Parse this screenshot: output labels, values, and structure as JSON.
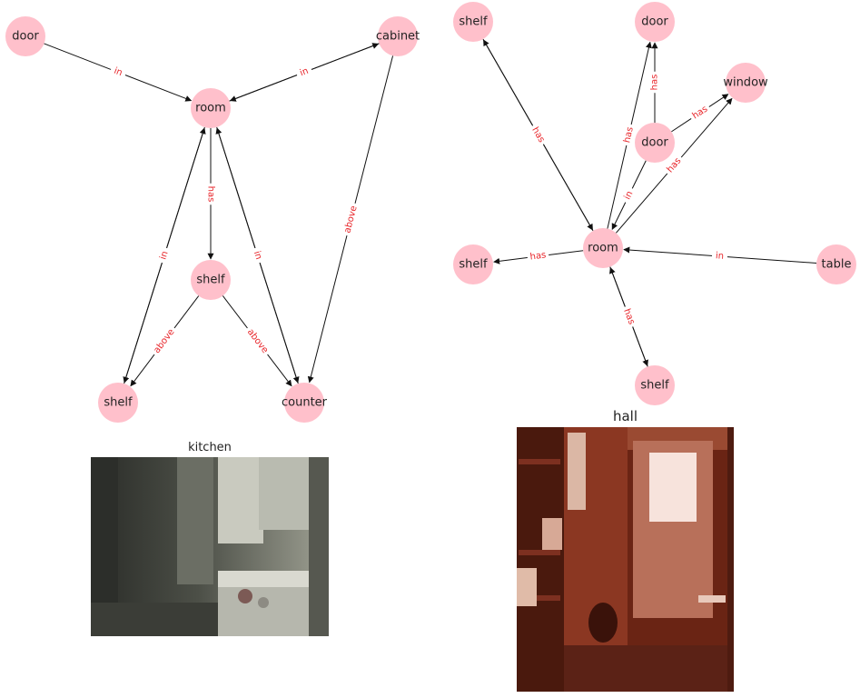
{
  "graphs": [
    {
      "id": "kitchen",
      "caption": "kitchen",
      "nodes": [
        {
          "key": "door",
          "label": "door"
        },
        {
          "key": "cabinet",
          "label": "cabinet"
        },
        {
          "key": "room",
          "label": "room"
        },
        {
          "key": "shelf_mid",
          "label": "shelf"
        },
        {
          "key": "shelf_low",
          "label": "shelf"
        },
        {
          "key": "counter",
          "label": "counter"
        }
      ],
      "edges": [
        {
          "from": "door",
          "to": "room",
          "label": "in"
        },
        {
          "from": "cabinet",
          "to": "room",
          "label": "in"
        },
        {
          "from": "room",
          "to": "cabinet",
          "label": ""
        },
        {
          "from": "room",
          "to": "shelf_mid",
          "label": "has"
        },
        {
          "from": "shelf_low",
          "to": "room",
          "label": "in"
        },
        {
          "from": "room",
          "to": "shelf_low",
          "label": ""
        },
        {
          "from": "counter",
          "to": "room",
          "label": "in"
        },
        {
          "from": "room",
          "to": "counter",
          "label": ""
        },
        {
          "from": "cabinet",
          "to": "counter",
          "label": "above"
        },
        {
          "from": "shelf_mid",
          "to": "shelf_low",
          "label": "above"
        },
        {
          "from": "shelf_mid",
          "to": "counter",
          "label": "above"
        }
      ]
    },
    {
      "id": "hall",
      "caption": "hall",
      "nodes": [
        {
          "key": "shelf_top",
          "label": "shelf"
        },
        {
          "key": "door_top",
          "label": "door"
        },
        {
          "key": "window",
          "label": "window"
        },
        {
          "key": "door_mid",
          "label": "door"
        },
        {
          "key": "room",
          "label": "room"
        },
        {
          "key": "shelf_left",
          "label": "shelf"
        },
        {
          "key": "table",
          "label": "table"
        },
        {
          "key": "shelf_bottom",
          "label": "shelf"
        }
      ],
      "edges": [
        {
          "from": "room",
          "to": "shelf_top",
          "label": "has"
        },
        {
          "from": "shelf_top",
          "to": "room",
          "label": ""
        },
        {
          "from": "room",
          "to": "door_top",
          "label": "has"
        },
        {
          "from": "door_mid",
          "to": "door_top",
          "label": "has"
        },
        {
          "from": "door_mid",
          "to": "window",
          "label": "has"
        },
        {
          "from": "room",
          "to": "window",
          "label": "has"
        },
        {
          "from": "door_mid",
          "to": "room",
          "label": "in"
        },
        {
          "from": "room",
          "to": "shelf_left",
          "label": "has"
        },
        {
          "from": "table",
          "to": "room",
          "label": "in"
        },
        {
          "from": "room",
          "to": "shelf_bottom",
          "label": "has"
        },
        {
          "from": "shelf_bottom",
          "to": "room",
          "label": ""
        }
      ]
    }
  ],
  "colors": {
    "node_fill": "#ffc0cb",
    "edge": "#111111",
    "edge_label": "#e8262b",
    "node_text": "#222222"
  }
}
